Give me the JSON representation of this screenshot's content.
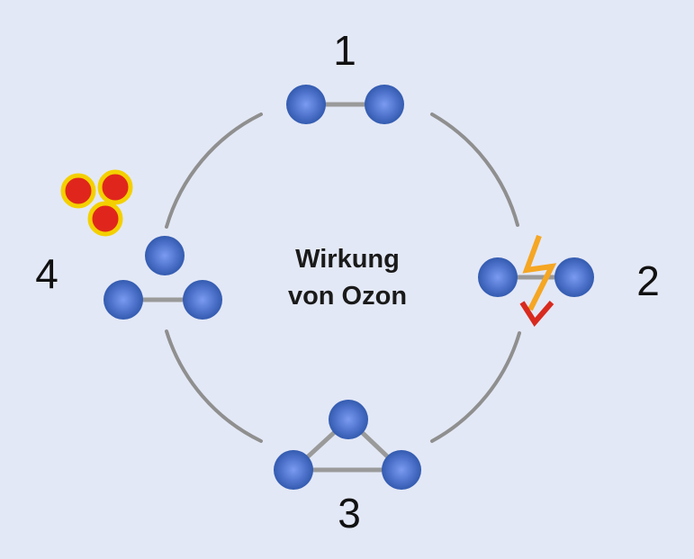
{
  "diagram": {
    "center_text": [
      "Wirkung",
      "von Ozon"
    ],
    "steps": [
      {
        "number": "1"
      },
      {
        "number": "2"
      },
      {
        "number": "3"
      },
      {
        "number": "4"
      }
    ]
  },
  "colors": {
    "background": "#e3e8f6",
    "atom_core": "#6f90e6",
    "atom_edge": "#2c55a8",
    "arc": "#8f8f8f",
    "bond": "#9a9a9a",
    "lightning_orange": "#f5a623",
    "lightning_red": "#d82a1e",
    "radical_red": "#e0261c",
    "radical_ring": "#f4d000"
  }
}
